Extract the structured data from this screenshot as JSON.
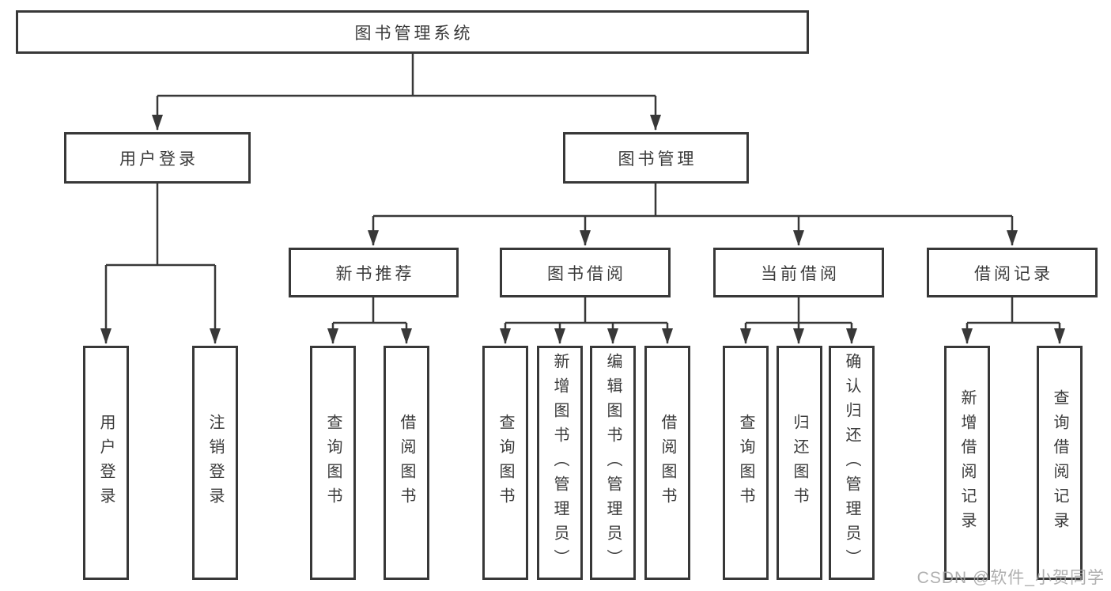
{
  "diagram": {
    "root": {
      "label": "图书管理系统"
    },
    "level2": [
      {
        "label": "用户登录"
      },
      {
        "label": "图书管理"
      }
    ],
    "level3": [
      {
        "label": "新书推荐"
      },
      {
        "label": "图书借阅"
      },
      {
        "label": "当前借阅"
      },
      {
        "label": "借阅记录"
      }
    ],
    "leaves": [
      {
        "label": "用户登录"
      },
      {
        "label": "注销登录"
      },
      {
        "label": "查询图书"
      },
      {
        "label": "借阅图书"
      },
      {
        "label": "查询图书"
      },
      {
        "label": "新增图书（管理员）"
      },
      {
        "label": "编辑图书（管理员）"
      },
      {
        "label": "借阅图书"
      },
      {
        "label": "查询图书"
      },
      {
        "label": "归还图书"
      },
      {
        "label": "确认归还（管理员）"
      },
      {
        "label": "新增借阅记录"
      },
      {
        "label": "查询借阅记录"
      }
    ],
    "colors": {
      "line": "#383838",
      "text": "#3a3a3a",
      "background": "#ffffff",
      "watermark": "#a4a4a4"
    }
  },
  "watermark": {
    "text": "CSDN @软件_小贺同学"
  }
}
